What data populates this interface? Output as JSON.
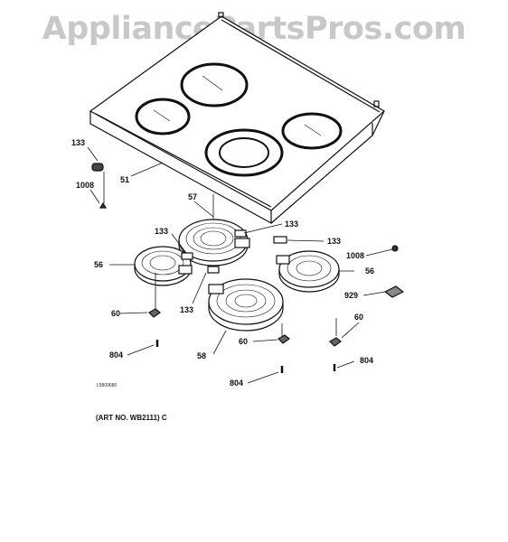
{
  "watermark": "AppliancePartsPros.com",
  "drawing_number": "L5800680",
  "art_number": "(ART NO. WB2111) C",
  "callouts": {
    "c133_a": "133",
    "c1008_a": "1008",
    "c51": "51",
    "c57": "57",
    "c133_b": "133",
    "c133_c": "133",
    "c133_d": "133",
    "c56_a": "56",
    "c133_e": "133",
    "c1008_b": "1008",
    "c56_b": "56",
    "c929": "929",
    "c60_a": "60",
    "c60_b": "60",
    "c58": "58",
    "c60_c": "60",
    "c804_a": "804",
    "c804_b": "804",
    "c804_c": "804"
  },
  "colors": {
    "watermark": "#c8c8c8",
    "line": "#111111"
  }
}
